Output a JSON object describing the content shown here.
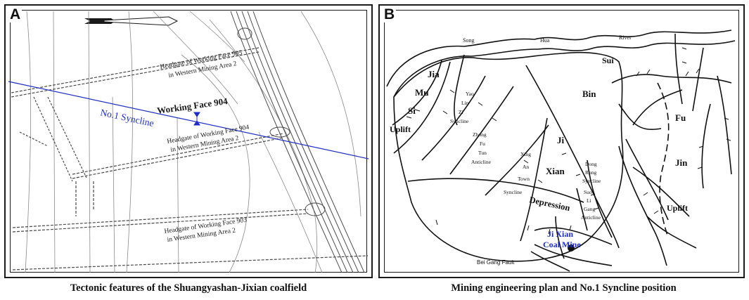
{
  "panel_a": {
    "letter": "A",
    "labels": {
      "face905_line1": "Headgate of Working Face 905",
      "face905_line2": "in Western Mining Area 2",
      "working_face_904": "Working Face 904",
      "syncline": "No.1 Syncline",
      "face904_line1": "Headgate of Working Face 904",
      "face904_line2": "in Western Mining Area 2",
      "face903_line1": "Headgate of Working Face 903",
      "face903_line2": "in Western Mining Area 2"
    },
    "colors": {
      "syncline": "#1f2fc4",
      "lines": "#555555",
      "text": "#1a1a1a"
    },
    "icons": [
      "north-arrow-icon",
      "working-face-arrow-icon"
    ]
  },
  "panel_b": {
    "letter": "B",
    "labels": {
      "song": "Song",
      "hua": "Hua",
      "river": "River",
      "sui": "Sui",
      "jia": "Jia",
      "mu": "Mu",
      "si": "Si",
      "uplift_left": "Uplift",
      "yao": "Yao",
      "lin": "Lin",
      "zi": "Zi",
      "syncline_yao": "Syncline",
      "bin": "Bin",
      "fu": "Fu",
      "jin": "Jin",
      "uplift_right": "Uplift",
      "ji": "Ji",
      "xian": "Xian",
      "depression": "Depression",
      "zhong": "Zhong",
      "fu_small": "Fu",
      "tun": "Tun",
      "anticline_zhong": "Anticline",
      "xing": "Xing",
      "an": "An",
      "town": "Town",
      "syncline_xing": "Syncline",
      "dong": "Dong",
      "rong": "Rong",
      "syncline_dong": "Syncline",
      "suo": "Suo",
      "li": "Li",
      "gang": "Gang",
      "anticline_suo": "Anticline",
      "mine_line1": "Ji Xian",
      "mine_line2": "Coal Mine",
      "fault": "Bei Gang Fault"
    },
    "colors": {
      "mine": "#1f2fc4",
      "lines": "#111111"
    },
    "icons": [
      "coal-mine-marker-icon"
    ]
  },
  "captions": {
    "a": "Tectonic features of the Shuangyashan-Jixian coalfield",
    "b": "Mining engineering plan and No.1 Syncline position"
  }
}
